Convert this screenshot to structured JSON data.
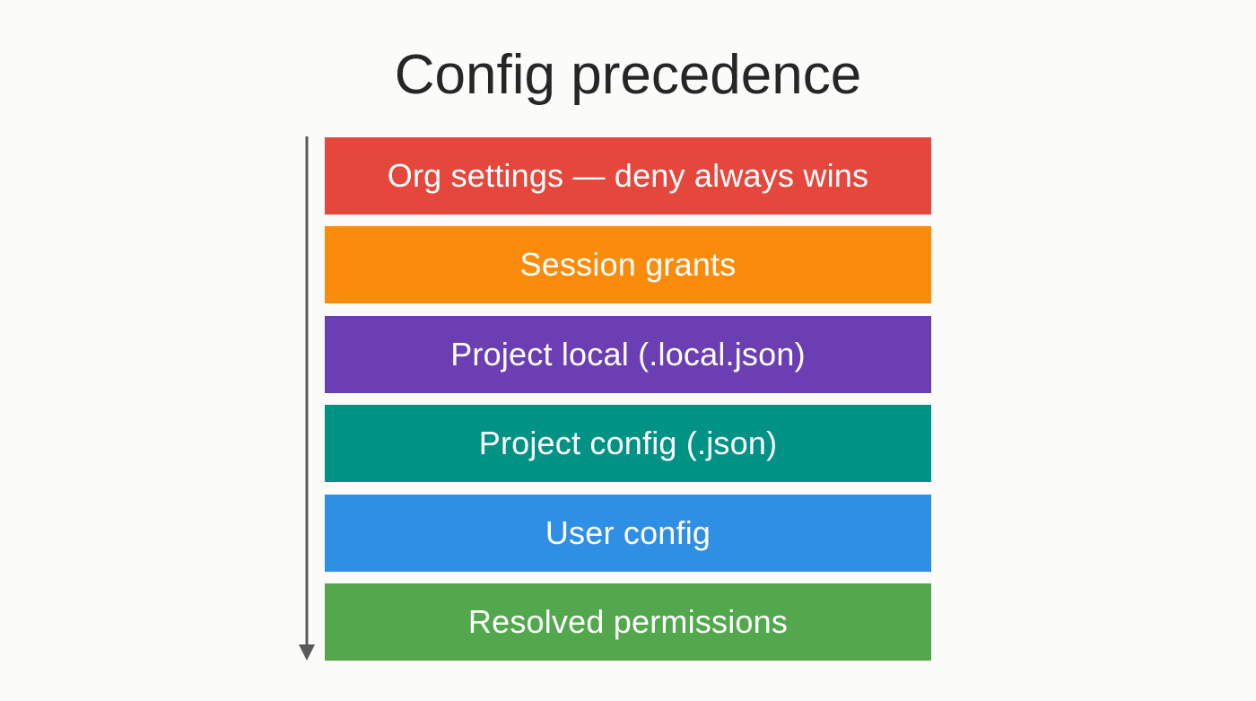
{
  "title": "Config precedence",
  "layers": [
    {
      "label": "Org settings — deny always wins",
      "color": "#e5473d"
    },
    {
      "label": "Session grants",
      "color": "#fb8c0b"
    },
    {
      "label": "Project local (.local.json)",
      "color": "#6b3fb3"
    },
    {
      "label": "Project config (.json)",
      "color": "#009284"
    },
    {
      "label": "User config",
      "color": "#2f8fe5"
    },
    {
      "label": "Resolved permissions",
      "color": "#53a84e"
    }
  ],
  "arrow": {
    "direction": "down",
    "color": "#595959"
  }
}
